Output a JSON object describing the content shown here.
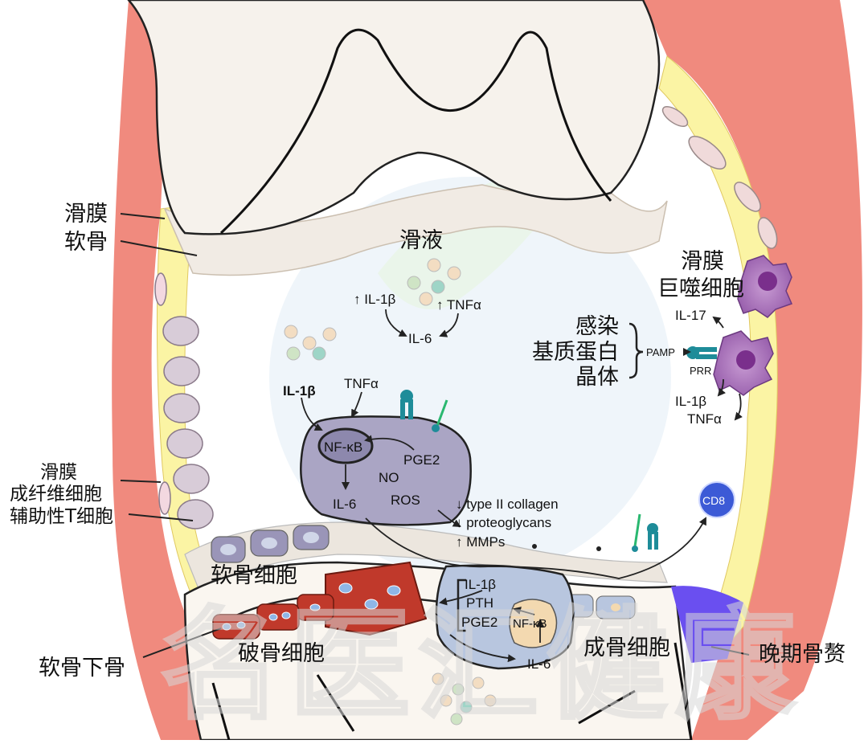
{
  "labels": {
    "synovium_left": "滑膜",
    "cartilage_left": "软骨",
    "synovial_fluid": "滑液",
    "synovial_macrophage_l1": "滑膜",
    "synovial_macrophage_l2": "巨噬细胞",
    "infection": "感染",
    "matrix_protein": "基质蛋白",
    "crystals": "晶体",
    "synovial_fib_l1": "滑膜",
    "synovial_fib_l2": "成纤维细胞",
    "synovial_fib_l3": "辅助性T细胞",
    "chondrocyte": "软骨细胞",
    "subchondral_bone": "软骨下骨",
    "osteoclast": "破骨细胞",
    "osteoblast": "成骨细胞",
    "late_osteophyte": "晚期骨赘"
  },
  "molecules": {
    "fluid_il1b": "↑ IL-1β",
    "fluid_tnfa": "↑ TNFα",
    "fluid_il6": "IL-6",
    "il1b": "IL-1β",
    "tnfa": "TNFα",
    "nfkb": "NF-κB",
    "pge2": "PGE2",
    "no": "NO",
    "ros": "ROS",
    "il6": "IL-6",
    "type2_collagen": "↓ type II collagen",
    "proteoglycans": "↓ proteoglycans",
    "mmps": "↑ MMPs",
    "ob_il1b": "IL-1β",
    "ob_pth": "PTH",
    "ob_pge2": "PGE2",
    "ob_nfkb": "NF-κB",
    "ob_il6": "IL-6",
    "il17": "IL-17",
    "pamp": "PAMP",
    "prr": "PRR",
    "mac_il1b": "IL-1β",
    "mac_tnfa": "TNFα",
    "cd8": "CD8"
  },
  "watermark": "名医汇健康",
  "colors": {
    "capsule_red": "#f08a7e",
    "synovium_yellow": "#fbf4a4",
    "cartilage": "#f1ebe4",
    "bone": "#faf6f0",
    "chondrocyte_cell": "#9a95b8",
    "osteoclast_red": "#c0392b",
    "osteoblast_blue": "#b8c6df",
    "macrophage_purple": "#a775b6",
    "receptor_teal": "#1e8c99",
    "osteophyte_blue": "#6a4ff0"
  }
}
